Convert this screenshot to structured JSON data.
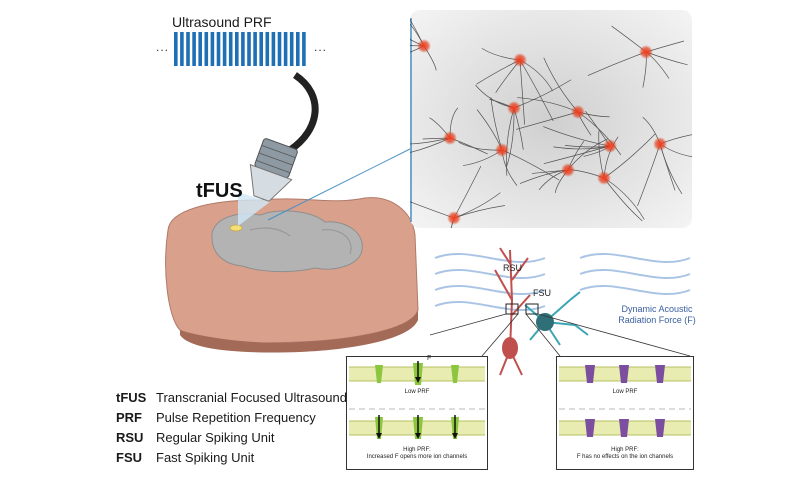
{
  "ultrasound": {
    "title": "Ultrasound PRF",
    "dots_left": "...",
    "dots_right": "..."
  },
  "tfus_label": "tFUS",
  "neurons": {
    "rsu_label": "RSU",
    "fsu_label": "FSU",
    "force_label_line1": "Dynamic Acoustic",
    "force_label_line2": "Radiation Force (F)"
  },
  "panels": {
    "left_low": "Low PRF",
    "left_high_line1": "High PRF:",
    "left_high_line2": "Increased F opens more ion channels",
    "right_low": "Low PRF",
    "right_high_line1": "High PRF:",
    "right_high_line2": "F has no effects on the ion channels",
    "force_symbol": "F"
  },
  "legend": [
    {
      "abbr": "tFUS",
      "definition": "Transcranial Focused Ultrasound"
    },
    {
      "abbr": "PRF",
      "definition": "Pulse Repetition Frequency"
    },
    {
      "abbr": "RSU",
      "definition": "Regular Spiking Unit"
    },
    {
      "abbr": "FSU",
      "definition": "Fast Spiking Unit"
    }
  ],
  "colors": {
    "pulse_blue": "#1f6fb5",
    "rsu_red": "#c0504d",
    "fsu_teal": "#3aa5b5",
    "channel_green": "#8cc63f",
    "channel_purple": "#7b4ea0",
    "skin": "#d9a08c",
    "brain_gray": "#b3b3b3"
  }
}
